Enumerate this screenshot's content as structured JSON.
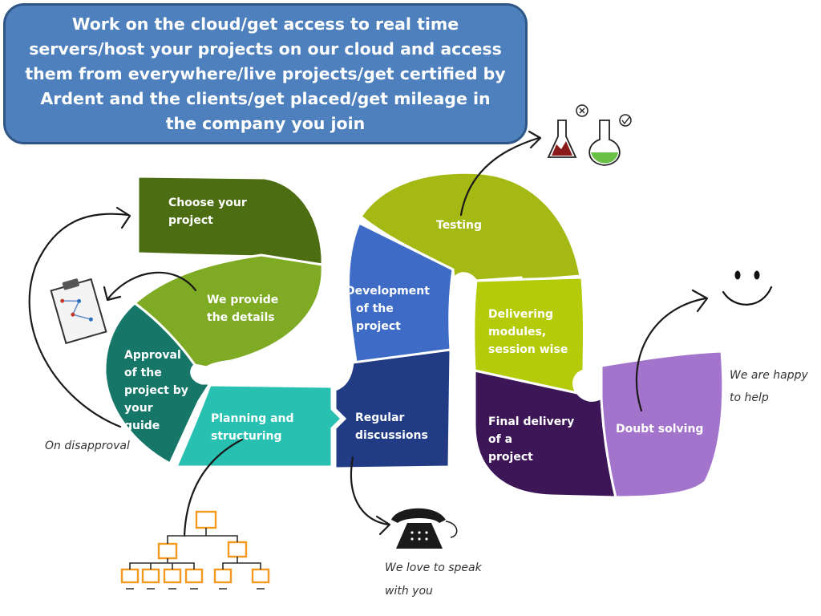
{
  "banner": {
    "text": "Work on the cloud/get access to real time servers/host your projects on our cloud and access them from everywhere/live projects/get certified by Ardent and the clients/get placed/get mileage in the company you join"
  },
  "steps": {
    "choose": [
      "Choose your",
      "project"
    ],
    "provide": [
      "We provide",
      "the details"
    ],
    "approval": [
      "Approval",
      "of the",
      "project by",
      "your",
      "guide"
    ],
    "planning": [
      "Planning and",
      "structuring"
    ],
    "development": [
      "Development",
      "of the",
      "project"
    ],
    "regular": [
      "Regular",
      "discussions"
    ],
    "testing": [
      "Testing"
    ],
    "delivering": [
      "Delivering",
      "modules,",
      "session wise"
    ],
    "final": [
      "Final delivery",
      "of a",
      "project"
    ],
    "doubt": [
      "Doubt solving"
    ]
  },
  "notes": {
    "disapproval": "On disapproval",
    "speak": [
      "We love to speak",
      "with you"
    ],
    "happy": [
      "We are happy",
      "to help"
    ]
  },
  "colors": {
    "banner": "#4e80bd",
    "choose": "#4d6d12",
    "provide": "#7fab24",
    "approval": "#167768",
    "planning": "#28c0b1",
    "development": "#3d6bc6",
    "regular": "#213b85",
    "testing": "#a5b915",
    "delivering": "#b4cb0a",
    "final": "#3d1657",
    "doubt": "#a374cc"
  },
  "icons": [
    "clipboard-icon",
    "flask-icon",
    "org-chart-icon",
    "telephone-icon",
    "smiley-icon"
  ]
}
